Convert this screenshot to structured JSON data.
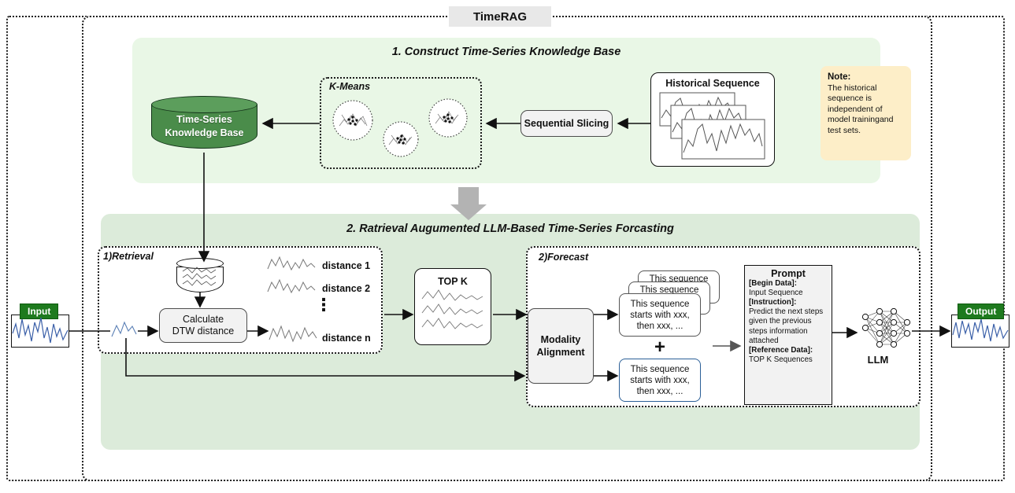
{
  "diagram": {
    "title": "TimeRAG",
    "section1": {
      "title": "1. Construct Time-Series Knowledge Base",
      "kmeans_label": "K-Means",
      "db_label_line1": "Time-Series",
      "db_label_line2": "Knowledge Base",
      "slicing_label": "Sequential Slicing",
      "historical_label": "Historical Sequence"
    },
    "note": {
      "heading": "Note:",
      "body": "The historical sequence is independent of model trainingand test sets."
    },
    "section2": {
      "title": "2. Ratrieval Augumented LLM-Based Time-Series Forcasting",
      "retrieval_label": "1)Retrieval",
      "forecast_label": "2)Forecast",
      "calculate_label_line1": "Calculate",
      "calculate_label_line2": "DTW distance",
      "distances": [
        "distance 1",
        "distance 2",
        "distance n"
      ],
      "vertical_dots": "⋮",
      "topk_label": "TOP K",
      "modality_label_line1": "Modality",
      "modality_label_line2": "Alignment",
      "plus_symbol": "+",
      "sequence_card_text": "This sequence starts with xxx, then xxx, ...",
      "sequence_card_short": "This sequence",
      "llm_label": "LLM"
    },
    "prompt": {
      "title": "Prompt",
      "begin_data_label": "[Begin Data]:",
      "begin_data_value": "Input Sequence",
      "instruction_label": "[Instruction]:",
      "instruction_value": "Predict the next steps given the previous steps information attached",
      "reference_label": "[Reference Data]:",
      "reference_value": "TOP K Sequences"
    },
    "io": {
      "input_label": "Input",
      "output_label": "Output"
    },
    "colors": {
      "section1_bg": "#e9f7e6",
      "section2_bg": "#dcebda",
      "db_green": "#4a8c4a",
      "note_bg": "#fdeec8",
      "io_green": "#1e7a1e",
      "blue_line": "#3a5fa8",
      "arrow_gray": "#b3b3b3"
    }
  }
}
